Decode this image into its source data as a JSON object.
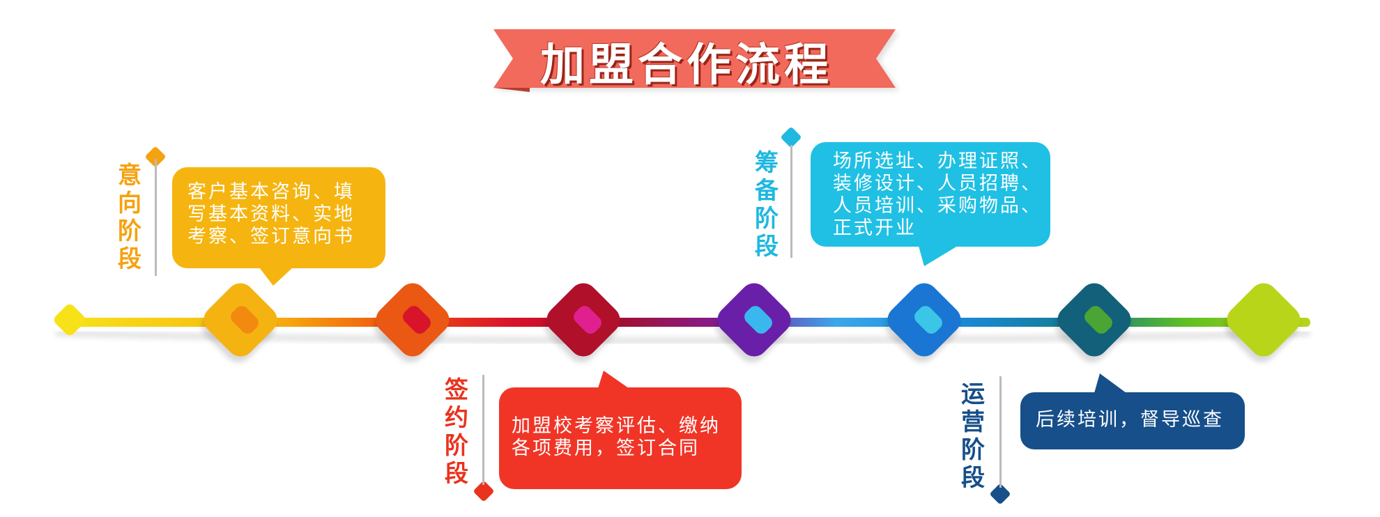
{
  "title": "加盟合作流程",
  "colors": {
    "ribbon": "#f16a5c",
    "ribbon_shade": "#c9463a",
    "stage_intent": "#f5a210",
    "stage_sign": "#e9331f",
    "stage_prepare": "#1fb8e0",
    "stage_operate": "#164f8a"
  },
  "stages": [
    {
      "name": [
        "意",
        "向",
        "阶",
        "段"
      ],
      "bubble": [
        "客户基本咨询、填",
        "写基本资料、实地",
        "考察、签订意向书"
      ]
    },
    {
      "name": [
        "签",
        "约",
        "阶",
        "段"
      ],
      "bubble": [
        "加盟校考察评估、缴纳",
        "各项费用，签订合同"
      ]
    },
    {
      "name": [
        "筹",
        "备",
        "阶",
        "段"
      ],
      "bubble": [
        "场所选址、办理证照、",
        "装修设计、人员招聘、",
        "人员培训、采购物品、",
        "正式开业"
      ]
    },
    {
      "name": [
        "运",
        "营",
        "阶",
        "段"
      ],
      "bubble": [
        "后续培训，督导巡查"
      ]
    }
  ],
  "timeline": {
    "icons": [
      "diamond-node-icon"
    ]
  }
}
